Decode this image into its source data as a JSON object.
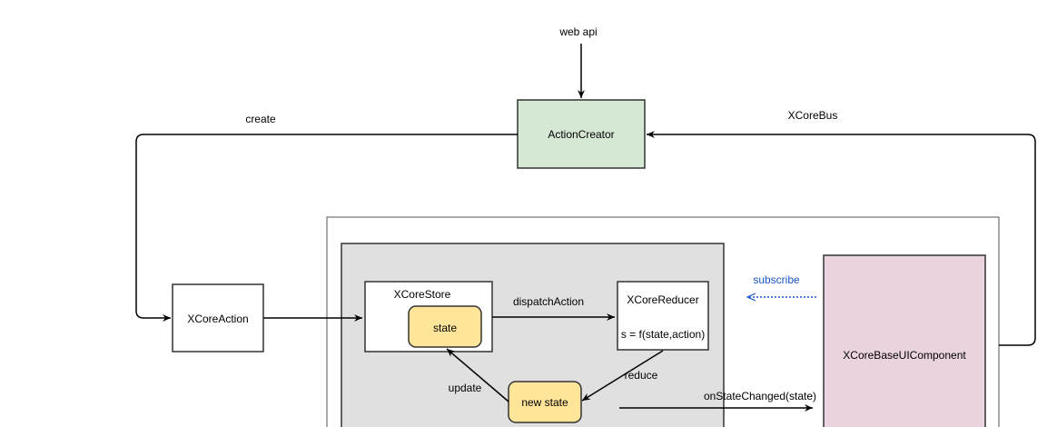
{
  "nodes": {
    "web_api": "web api",
    "action_creator": "ActionCreator",
    "xcore_action": "XCoreAction",
    "xcore_store": "XCoreStore",
    "state": "state",
    "xcore_reducer": "XCoreReducer",
    "reducer_formula": "s = f(state,action)",
    "new_state": "new state",
    "ui_component": "XCoreBaseUIComponent"
  },
  "edges": {
    "create": "create",
    "xcorebus": "XCoreBus",
    "subscribe": "subscribe",
    "dispatch_action": "dispatchAction",
    "reduce": "reduce",
    "update": "update",
    "on_state_changed": "onStateChanged(state)"
  },
  "colors": {
    "action_creator_fill": "#d5e8d4",
    "store_area_fill": "#e0e0e0",
    "state_fill": "#ffe599",
    "ui_component_fill": "#ead3df",
    "subscribe_color": "#1a56c8"
  }
}
